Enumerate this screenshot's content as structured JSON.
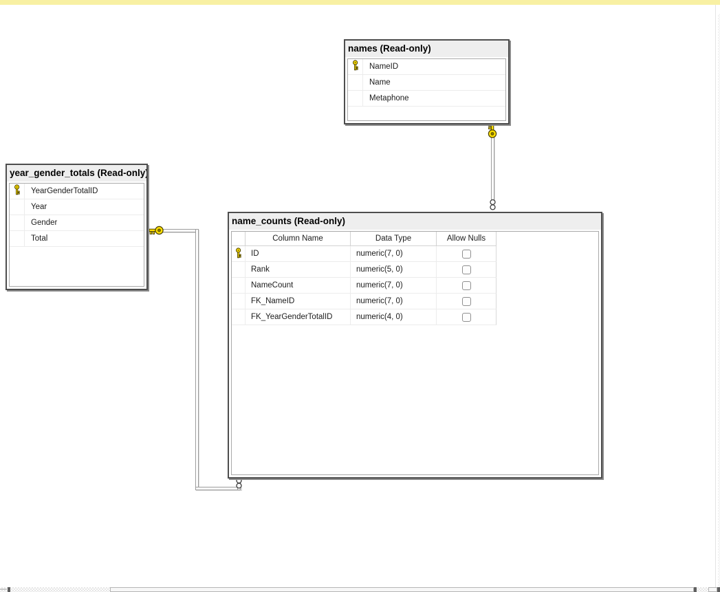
{
  "app": {
    "top_bar_color": "#f8f0a3"
  },
  "diagram": {
    "tables": [
      {
        "key": "names",
        "title": "names (Read-only)",
        "style": "list",
        "columns": [
          {
            "name": "NameID",
            "pk": true
          },
          {
            "name": "Name",
            "pk": false
          },
          {
            "name": "Metaphone",
            "pk": false
          }
        ]
      },
      {
        "key": "year_gender_totals",
        "title": "year_gender_totals (Read-only)",
        "style": "list",
        "columns": [
          {
            "name": "YearGenderTotalID",
            "pk": true
          },
          {
            "name": "Year",
            "pk": false
          },
          {
            "name": "Gender",
            "pk": false
          },
          {
            "name": "Total",
            "pk": false
          }
        ]
      },
      {
        "key": "name_counts",
        "title": "name_counts (Read-only)",
        "style": "grid",
        "grid_headers": {
          "column_name": "Column Name",
          "data_type": "Data Type",
          "allow_nulls": "Allow Nulls"
        },
        "columns": [
          {
            "name": "ID",
            "data_type": "numeric(7, 0)",
            "allow_nulls": false,
            "pk": true
          },
          {
            "name": "Rank",
            "data_type": "numeric(5, 0)",
            "allow_nulls": false,
            "pk": false
          },
          {
            "name": "NameCount",
            "data_type": "numeric(7, 0)",
            "allow_nulls": false,
            "pk": false
          },
          {
            "name": "FK_NameID",
            "data_type": "numeric(7, 0)",
            "allow_nulls": false,
            "pk": false
          },
          {
            "name": "FK_YearGenderTotalID",
            "data_type": "numeric(4, 0)",
            "allow_nulls": false,
            "pk": false
          }
        ]
      }
    ],
    "relationships": [
      {
        "name": "names_to_name_counts",
        "cardinality": "one-to-many",
        "one_side_table": "names",
        "one_side_symbol": "key",
        "many_side_table": "name_counts",
        "many_side_symbol": "infinity"
      },
      {
        "name": "year_gender_totals_to_name_counts",
        "cardinality": "one-to-many",
        "one_side_table": "year_gender_totals",
        "one_side_symbol": "key",
        "many_side_table": "name_counts",
        "many_side_symbol": "infinity"
      }
    ],
    "colors": {
      "table_header_bg": "#eeeeee",
      "table_border": "#4d4d4d",
      "connector_line": "#9b9b9b",
      "key_icon": "#ffe000"
    }
  }
}
